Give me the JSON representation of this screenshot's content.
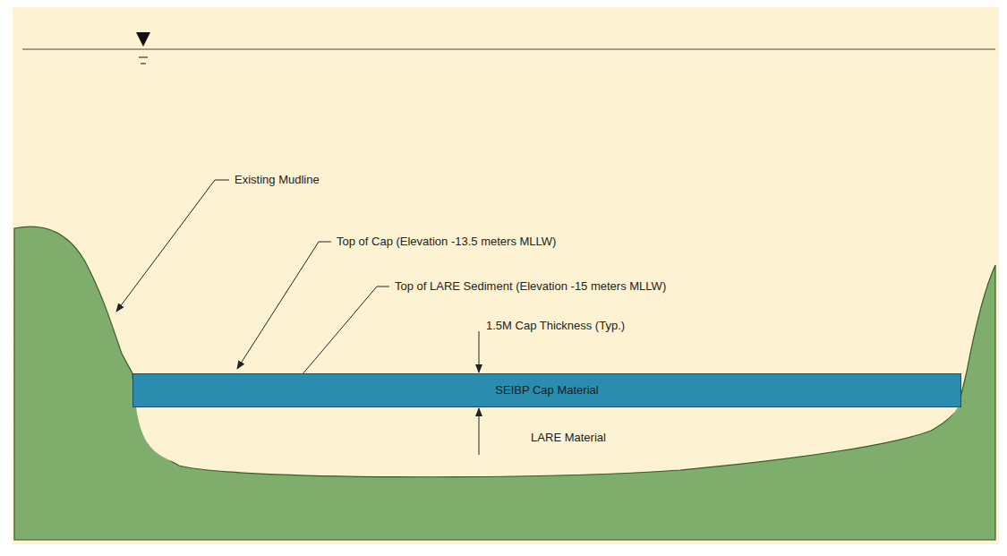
{
  "diagram": {
    "nodes": [
      {
        "text": [
          "SEIBP Cap Material"
        ]
      },
      {
        "text": [
          "LARE Material"
        ]
      }
    ],
    "labels": [
      "Existing Mudline",
      "Top of Cap (Elevation -13.5 meters MLLW)",
      "Top of LARE Sediment (Elevation -15 meters MLLW)",
      "1.5M Cap Thickness (Typ.)"
    ]
  }
}
